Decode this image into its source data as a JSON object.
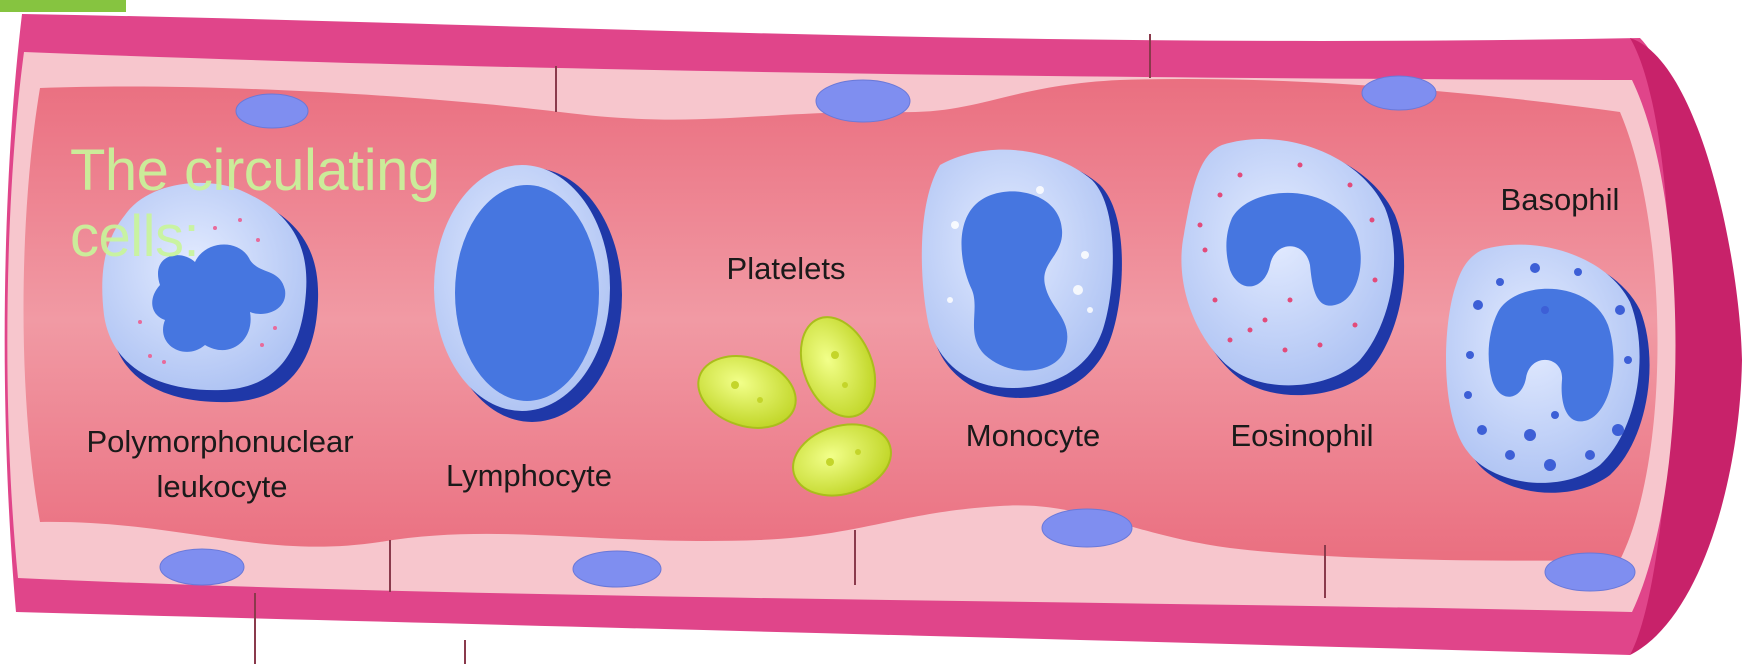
{
  "overlay_title": "The circulating cells:",
  "cells": {
    "pmn": "Polymorphonuclear",
    "pmn_line2": "leukocyte",
    "lymphocyte": "Lymphocyte",
    "platelets": "Platelets",
    "monocyte": "Monocyte",
    "eosinophil": "Eosinophil",
    "basophil": "Basophil"
  },
  "colors": {
    "vessel_wall": "#e0458a",
    "endothelium": "#f7c6cd",
    "lumen": "#ee7f8c",
    "cell_body": "#b8ccf5",
    "nucleus": "#4676e0",
    "platelet": "#d9ec3a",
    "title_overlay": "#c9f59b"
  }
}
